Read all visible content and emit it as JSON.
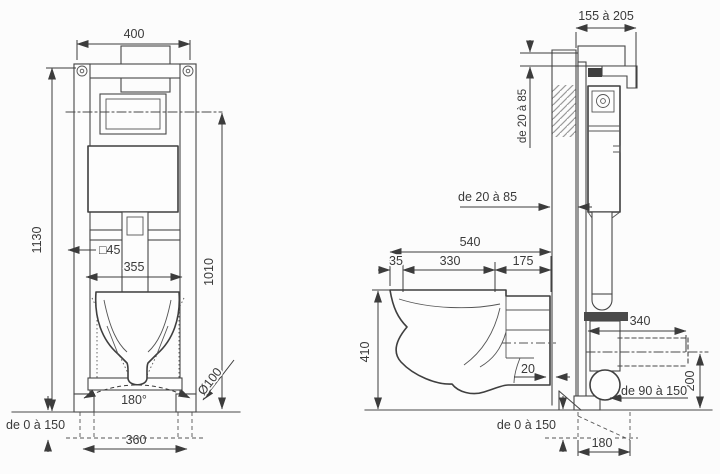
{
  "drawing": {
    "background": "#fcfcfc",
    "ink": "#454545",
    "description_front": "front-view-installation-frame",
    "description_side": "side-view-installation-frame"
  },
  "front_view": {
    "frame_width": "400",
    "frame_height": "1130",
    "flush_plate_center_height": "1010",
    "service_duct": "□45",
    "pan_fixing_width": "355",
    "swivel_angle": "180°",
    "outlet_diameter": "Ø100",
    "floor_adjust_range": "de 0 à 150",
    "feet_spacing": "360"
  },
  "side_view": {
    "top_depth_range": "155 à 205",
    "ceiling_bracket_range": "de 20 à 85",
    "cladding_gap_range": "de 20 à 85",
    "pan_total_depth": "540",
    "pan_depth_segment_1": "35",
    "pan_depth_segment_2": "330",
    "pan_depth_segment_3": "175",
    "pan_rim_height": "410",
    "pan_wall_gap": "20",
    "outlet_horizontal_reach": "340",
    "outlet_height_range": "de 90 à 150",
    "outlet_axis_height": "200",
    "floor_adjust_range": "de 0 à 150",
    "outlet_base_depth": "180"
  }
}
